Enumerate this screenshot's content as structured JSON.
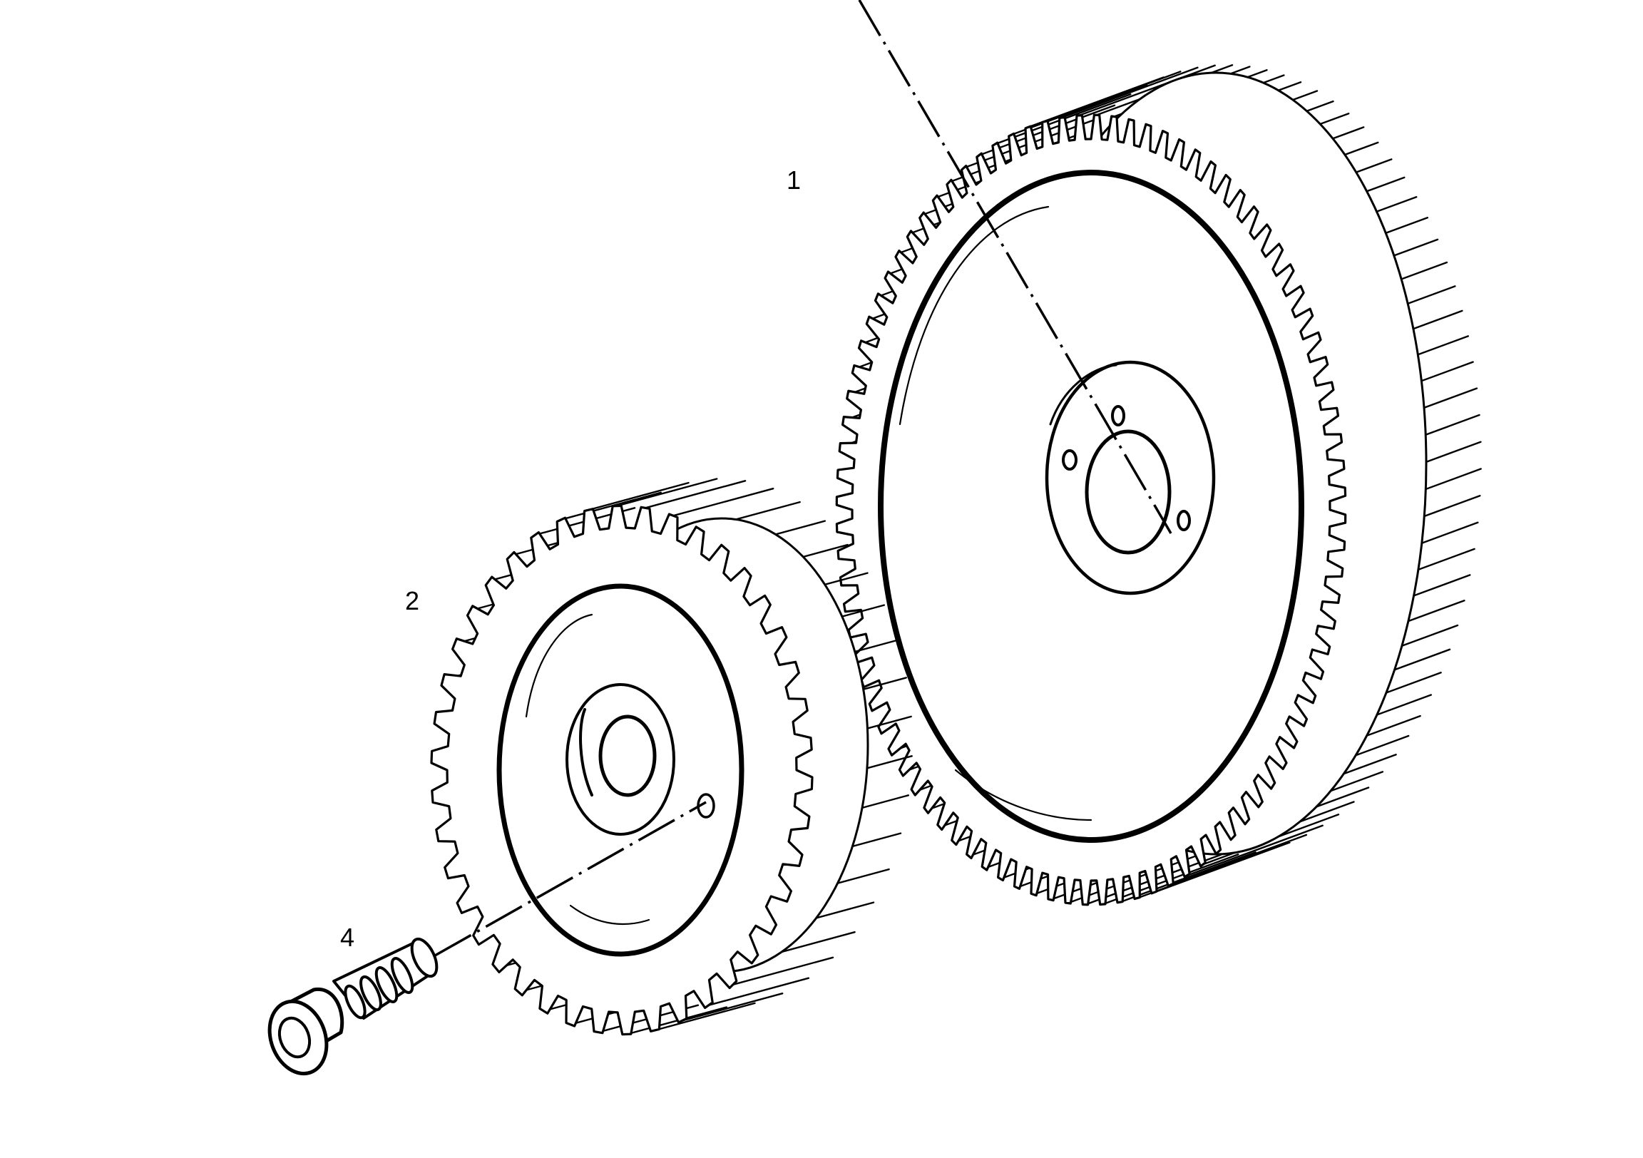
{
  "diagram": {
    "style": "exploded-view line drawing",
    "ink_color": "#000000",
    "background_color": "#ffffff",
    "parts": [
      {
        "callout": "1",
        "icon": "large-gear-icon"
      },
      {
        "callout": "2",
        "icon": "small-gear-icon"
      },
      {
        "callout": "4",
        "icon": "hex-socket-bolt-icon"
      }
    ]
  }
}
